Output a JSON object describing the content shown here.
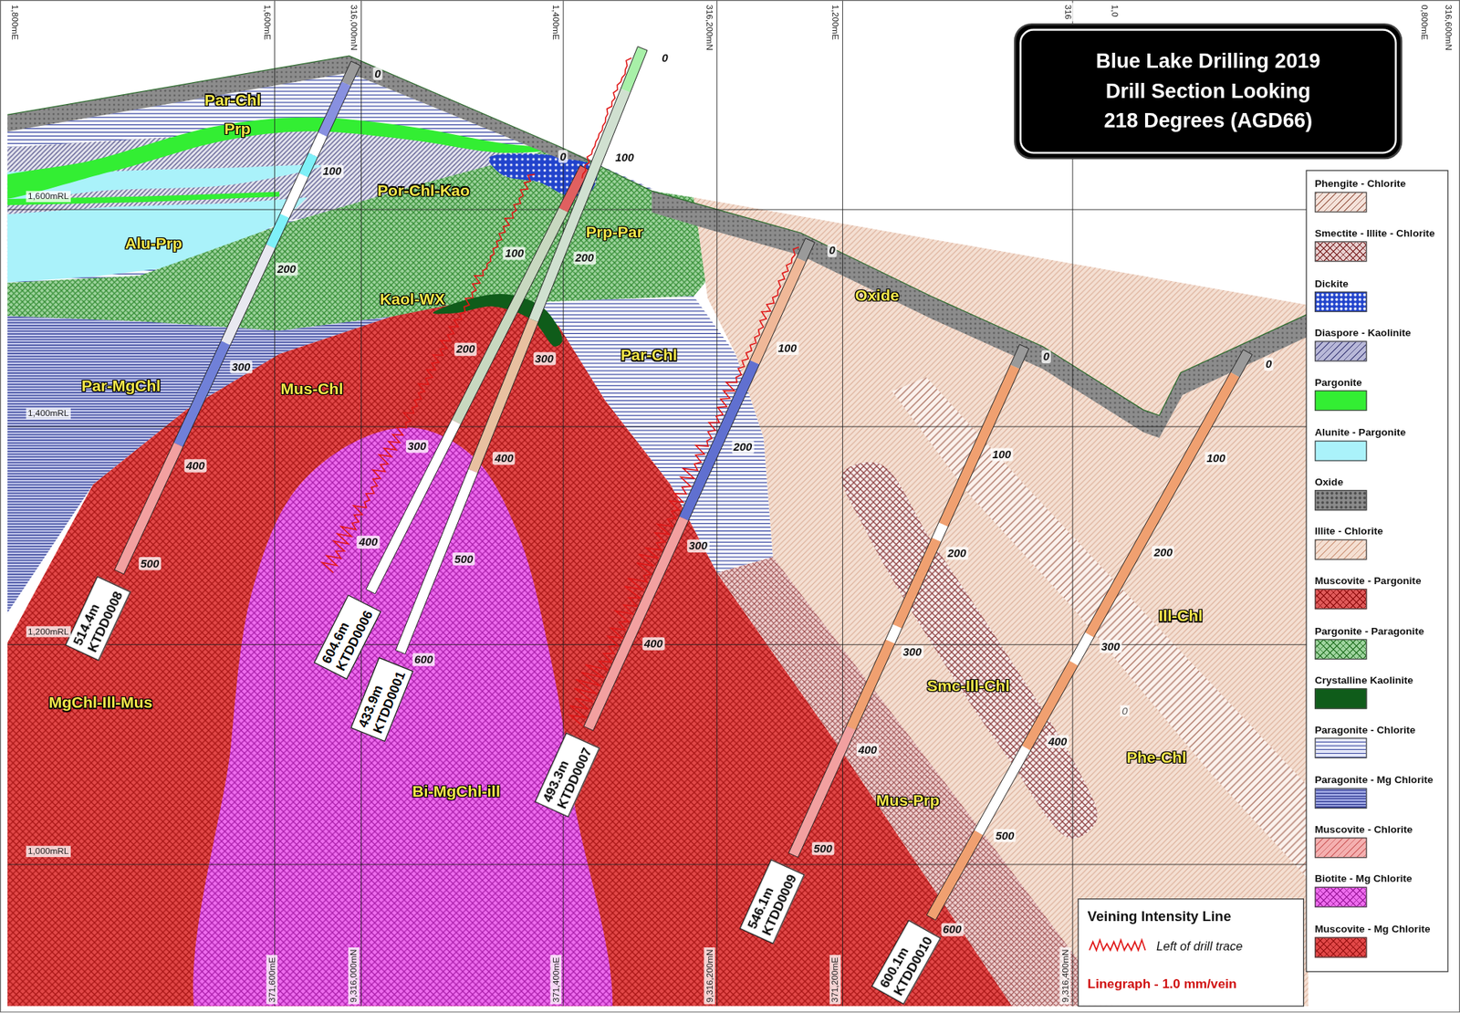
{
  "diagram": {
    "title": "Blue Lake Drilling 2019 Drill Section Looking 218 Degrees (AGD66)",
    "nodes": [
      {
        "text": [
          "514.4m",
          "KTDD0008"
        ]
      },
      {
        "text": [
          "604.6m",
          "KTDD0006"
        ]
      },
      {
        "text": [
          "433.9m",
          "KTDD0001"
        ]
      },
      {
        "text": [
          "493.3m",
          "KTDD0007"
        ]
      },
      {
        "text": [
          "546.1m",
          "KTDD0009"
        ]
      },
      {
        "text": [
          "600.1m",
          "KTDD0010"
        ]
      }
    ],
    "labels": [
      "1,800mE",
      "1,600mE",
      "316,000mN",
      "1,400mE",
      "316,200mN",
      "1,200mE",
      "316",
      "1,0",
      "0,800mE",
      "316,600mN",
      "1,600mRL",
      "1,400mRL",
      "1,200mRL",
      "1,000mRL",
      "371,600mE",
      "9,316,000mN",
      "371,400mE",
      "9,316,200mN",
      "371,200mE",
      "9,316,400mN",
      "Par-Chl",
      "Prp",
      "Por-Chl-Kao",
      "Alu-Prp",
      "Par-MgChl",
      "Kaol-WX",
      "Mus-Chl",
      "Prp-Par",
      "Par-Chl",
      "Oxide",
      "Ill-Chl",
      "Smc-Ill-Chl",
      "Phe-Chl",
      "Mus-Prp",
      "MgChl-Ill-Mus",
      "Bi-MgChl-ill",
      "0",
      "100",
      "200",
      "300",
      "400",
      "500",
      "0",
      "100",
      "200",
      "300",
      "400",
      "500",
      "600",
      "0",
      "100",
      "200",
      "300",
      "400",
      "0",
      "100",
      "200",
      "300",
      "400",
      "0",
      "100",
      "200",
      "300",
      "400",
      "500",
      "0",
      "100",
      "200",
      "300",
      "400",
      "500",
      "600",
      "0",
      "Veining Intensity Line",
      "Linegraph - 1.0 mm/vein"
    ],
    "legend": [
      {
        "text": "Phengite - Chlorite",
        "color": "#f4e2da"
      },
      {
        "text": "Smectite - Illite - Chlorite",
        "color": "#e8d0d0"
      },
      {
        "text": "Dickite",
        "color": "#2244cc"
      },
      {
        "text": "Diaspore - Kaolinite",
        "color": "#b8b8d8"
      },
      {
        "text": "Pargonite",
        "color": "#33ee33"
      },
      {
        "text": "Alunite - Pargonite",
        "color": "#aaf2fa"
      },
      {
        "text": "Oxide",
        "color": "#8c8c8c"
      },
      {
        "text": "Illite - Chlorite",
        "color": "#f4dfd2"
      },
      {
        "text": "Muscovite - Pargonite",
        "color": "#e05a5a"
      },
      {
        "text": "Pargonite - Paragonite",
        "color": "#9fd49f"
      },
      {
        "text": "Crystalline Kaolinite",
        "color": "#0f5c1a"
      },
      {
        "text": "Paragonite - Chlorite",
        "color": "#e4e7f8"
      },
      {
        "text": "Paragonite - Mg Chlorite",
        "color": "#9aa3e0"
      },
      {
        "text": "Muscovite - Chlorite",
        "color": "#f4b0b0"
      },
      {
        "text": "Biotite - Mg Chlorite",
        "color": "#ee6cee"
      },
      {
        "text": "Muscovite - Mg Chlorite",
        "color": "#e24848"
      },
      {
        "text": "Left of drill trace"
      }
    ]
  }
}
